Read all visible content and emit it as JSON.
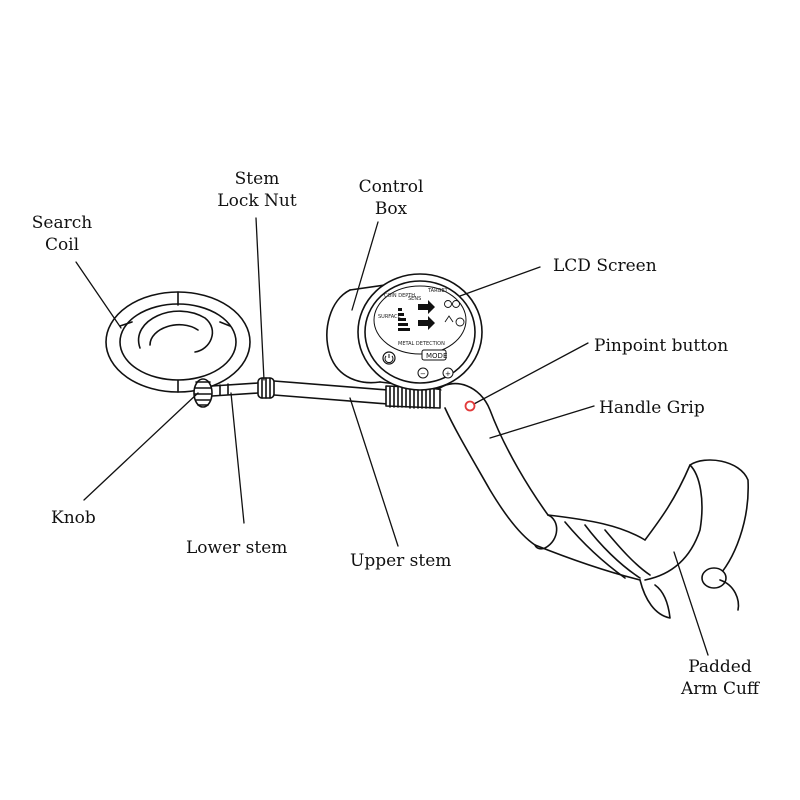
{
  "labels": {
    "search_coil": [
      "Search",
      "Coil"
    ],
    "stem_lock_nut": [
      "Stem",
      "Lock Nut"
    ],
    "control_box": [
      "Control",
      "Box"
    ],
    "lcd_screen": "LCD  Screen",
    "pinpoint_button": "Pinpoint button",
    "handle_grip": "Handle  Grip",
    "knob": "Knob",
    "lower_stem": "Lower stem",
    "upper_stem": "Upper stem",
    "padded_arm_cuff": [
      "Padded",
      "Arm Cuff"
    ]
  },
  "lcd": {
    "header_left": "COIN DEPTH",
    "header_mid": "SENS",
    "header_right": "TARGET",
    "surface": "SURFACE",
    "metal_detection": "METAL DETECTION",
    "mode_button": "MODE",
    "minus_button": "−",
    "plus_button": "+"
  },
  "colors": {
    "line": "#111111",
    "pinpoint_button": "#e23a3a"
  }
}
